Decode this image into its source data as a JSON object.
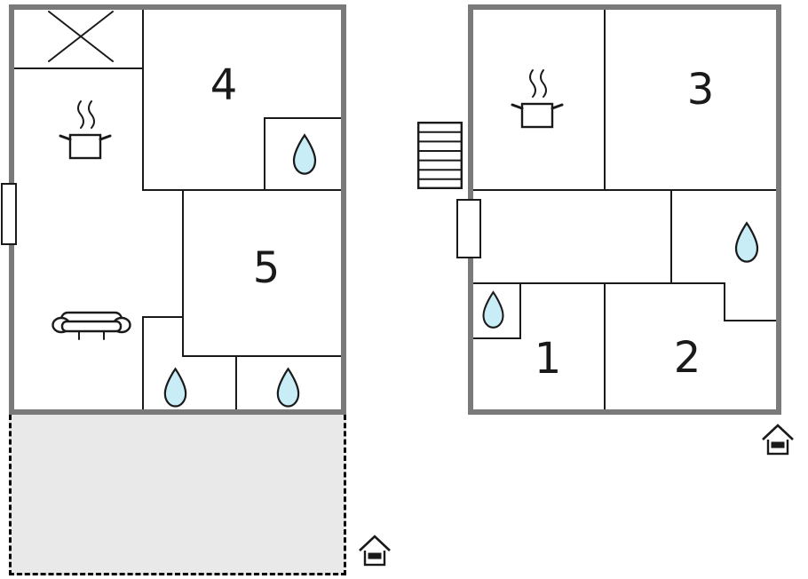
{
  "colors": {
    "wall": "#7a7a7a",
    "line": "#1a1a1a",
    "drop_fill": "#c9edf6",
    "drop_stroke": "#1a1a1a",
    "terrace_fill": "#e9e9e9",
    "background": "#ffffff",
    "label_color": "#1a1a1a"
  },
  "plans": {
    "left": {
      "name": "floor-plan-left",
      "rooms": [
        {
          "label": "4"
        },
        {
          "label": "5"
        }
      ],
      "features": [
        "x-mark-counter",
        "stove-pot-with-steam",
        "sofa",
        "water-drop-bathroom-upper",
        "water-drop-bathroom-lower-left",
        "water-drop-bathroom-lower-right",
        "entrance-door-marker",
        "terrace-dashed-area",
        "house-entrance-marker"
      ]
    },
    "right": {
      "name": "floor-plan-right",
      "rooms": [
        {
          "label": "3"
        },
        {
          "label": "1"
        },
        {
          "label": "2"
        }
      ],
      "features": [
        "staircase",
        "stove-pot-with-steam",
        "water-drop-bathroom-right",
        "water-drop-bathroom-left",
        "entrance-door-marker",
        "house-entrance-marker"
      ]
    }
  },
  "icons": {
    "water_drop": "teardrop",
    "stove": "pot-with-steam-lines",
    "sofa": "sofa-outline",
    "stairs": "stair-treads",
    "house": "house-with-black-door",
    "x_mark": "diagonal-cross",
    "door": "white-rectangle-on-wall"
  }
}
